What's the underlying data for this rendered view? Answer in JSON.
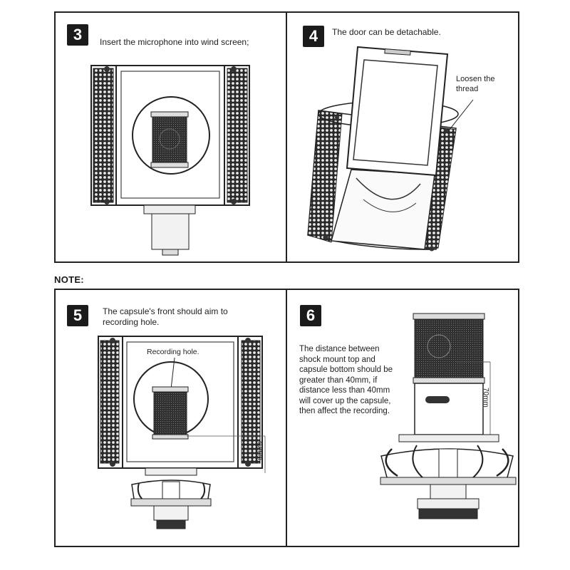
{
  "note_label": "NOTE:",
  "steps": [
    {
      "number": "3",
      "text": "Insert the microphone into wind screen;"
    },
    {
      "number": "4",
      "text": "The door can be detachable."
    },
    {
      "number": "5",
      "text": "The capsule's front should aim to recording hole."
    },
    {
      "number": "6",
      "text": "The distance between shock mount top and capsule bottom should be greater than 40mm, if distance less than 40mm will cover up the capsule, then affect the recording."
    }
  ],
  "annotations": {
    "loosen_thread": "Loosen the thread",
    "recording_hole": "Recording hole.",
    "dim_40mm": "40mm",
    "dim_70mm": "70mm"
  }
}
